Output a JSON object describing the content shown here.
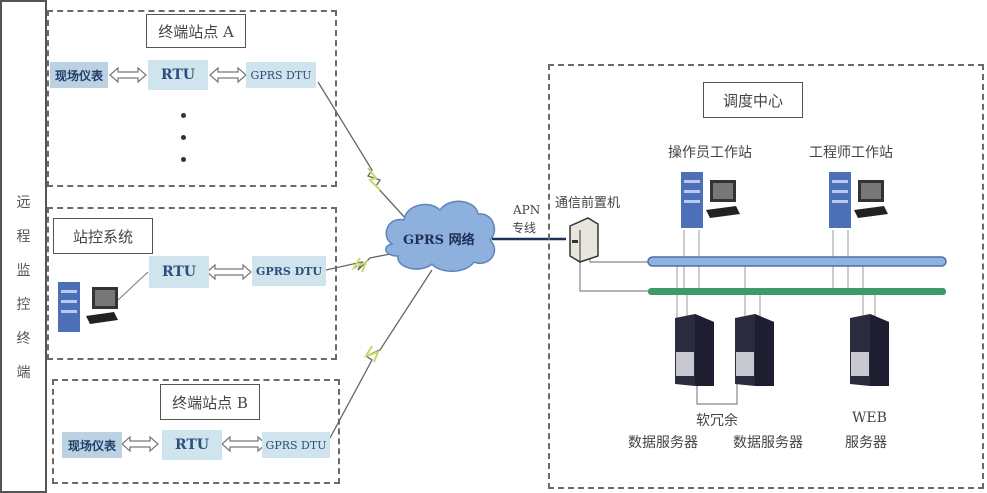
{
  "side_label": {
    "chars": [
      "远",
      "程",
      "监",
      "控",
      "终",
      "端"
    ]
  },
  "station_a": {
    "title": "终端站点 A",
    "field_instrument": "现场仪表",
    "rtu": "RTU",
    "dtu": "GPRS DTU"
  },
  "station_control": {
    "title": "站控系统",
    "rtu": "RTU",
    "dtu": "GPRS DTU"
  },
  "station_b": {
    "title": "终端站点 B",
    "field_instrument": "现场仪表",
    "rtu": "RTU",
    "dtu": "GPRS DTU"
  },
  "network": {
    "cloud_label": "GPRS 网络",
    "apn_line1": "APN",
    "apn_line2": "专线"
  },
  "dispatch_center": {
    "title": "调度中心",
    "comm_frontend": "通信前置机",
    "operator_ws": "操作员工作站",
    "engineer_ws": "工程师工作站",
    "redundancy": "软冗余",
    "data_server_1": "数据服务器",
    "data_server_2": "数据服务器",
    "web_line1": "WEB",
    "web_line2": "服务器"
  },
  "colors": {
    "chip_bg": "#cfe4ec",
    "bus_blue": "#8fb1e3",
    "bus_green": "#3d9a6a",
    "cloud": "#7fa6d6"
  }
}
